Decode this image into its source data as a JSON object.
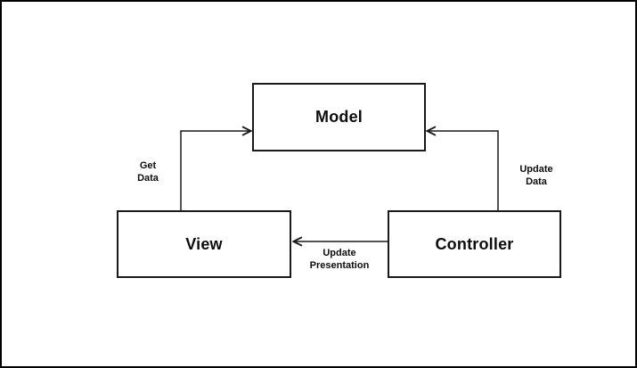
{
  "diagram": {
    "type": "flowchart",
    "nodes": [
      {
        "id": "model",
        "label": "Model"
      },
      {
        "id": "view",
        "label": "View"
      },
      {
        "id": "controller",
        "label": "Controller"
      }
    ],
    "edges": [
      {
        "from": "view",
        "to": "model",
        "label": "Get Data"
      },
      {
        "from": "controller",
        "to": "model",
        "label": "Update Data"
      },
      {
        "from": "controller",
        "to": "view",
        "label": "Update Presentation"
      }
    ],
    "colors": {
      "background": "#ffffff",
      "stroke": "#1a1a1a",
      "text": "#0d0d0d"
    }
  }
}
